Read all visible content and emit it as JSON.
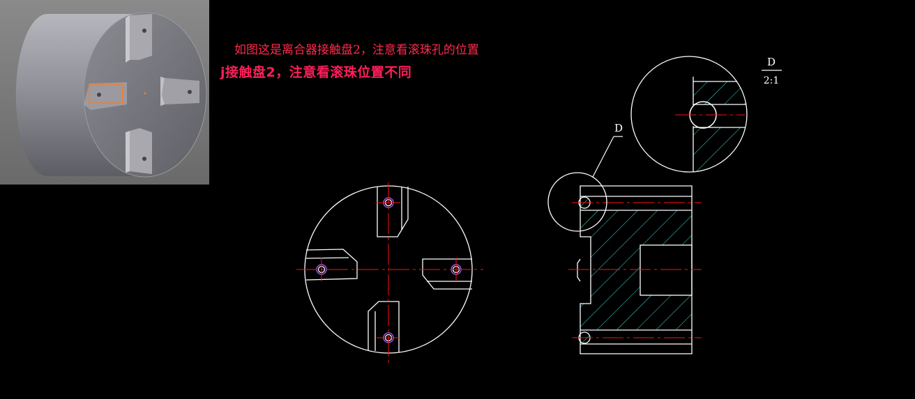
{
  "captions": {
    "line1": "如图这是离合器接触盘2，注意看滚珠孔的位置",
    "line2": "j接触盘2，注意看滚珠位置不同"
  },
  "drawing": {
    "detail_label": "D",
    "detail_scale_top": "D",
    "detail_scale_bottom": "2:1"
  },
  "colors": {
    "background": "#000000",
    "lines": "#ffffff",
    "centerlines": "#ff1010",
    "hatch": "#40e0e0",
    "holes": "#b060ff",
    "caption": "#ff2a4a",
    "highlight": "#ff7a20"
  },
  "icons": [
    "render-preview",
    "front-view",
    "section-view",
    "detail-view"
  ]
}
